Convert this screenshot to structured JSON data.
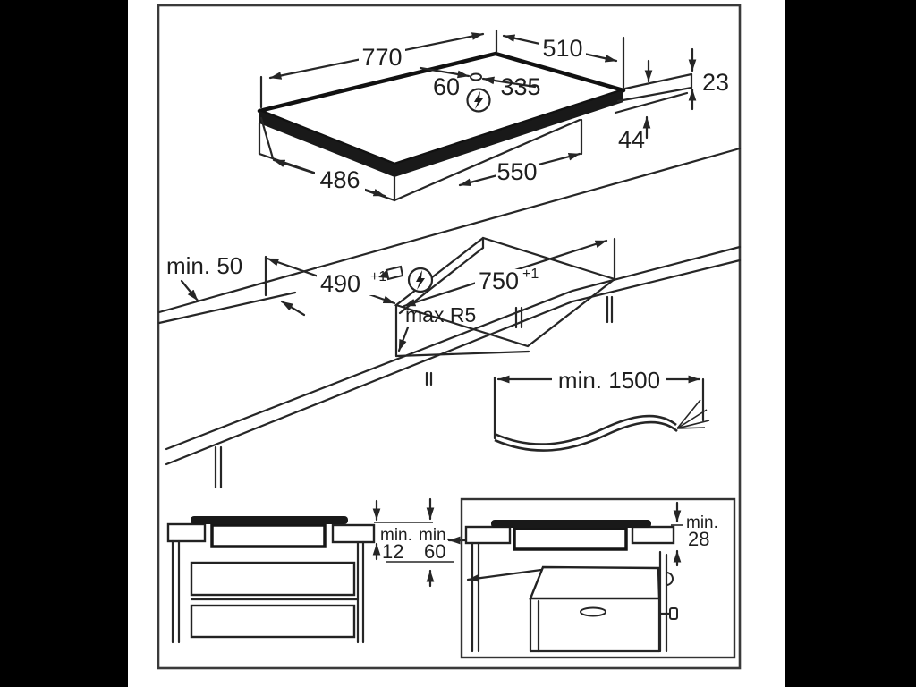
{
  "colors": {
    "backdrop": "#000000",
    "page": "#ffffff",
    "line": "#262626",
    "dark_fill": "#191919",
    "frame": "#3a3a3a"
  },
  "hob_view": {
    "top_width": "770",
    "top_depth": "510",
    "hole_offset": "60",
    "hole_span": "335",
    "edge_height": "23",
    "body_height": "44",
    "bottom_width": "486",
    "body_width": "550"
  },
  "cutout_view": {
    "edge_clearance": "min. 50",
    "depth": "490",
    "depth_tolerance": "+1",
    "width": "750",
    "width_tolerance": "+1",
    "corner_radius": "max R5"
  },
  "cable_view": {
    "length": "min. 1500"
  },
  "cabinet_view": {
    "label_a": "min.",
    "gap_a": "12",
    "label_b": "min.",
    "gap_b": "60"
  },
  "oven_view": {
    "label": "min.",
    "gap": "28"
  }
}
